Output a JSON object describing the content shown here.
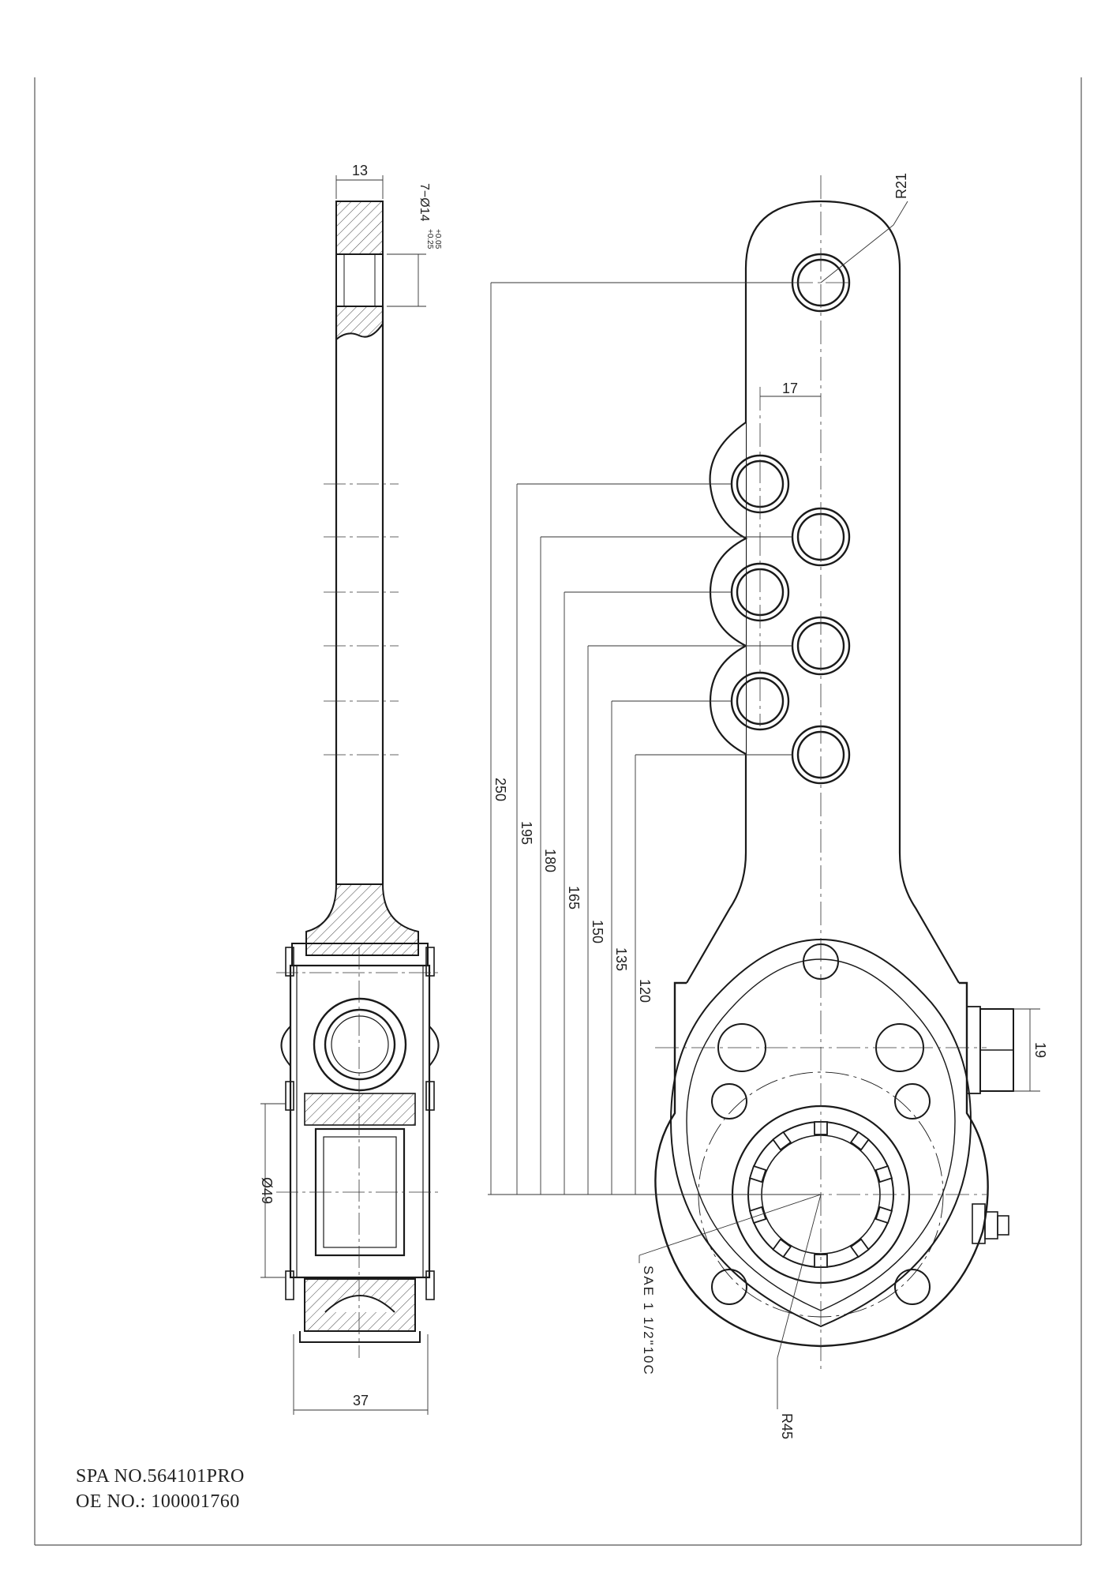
{
  "dimensions": {
    "thickness": "13",
    "hole_spec": "7−Ø14",
    "hole_tol_upper": "+0.25",
    "hole_tol_lower": "+0.05",
    "hole_pitch": "17",
    "radius_top": "R21",
    "radius_body": "R45",
    "bore_dia": "Ø49",
    "width_bottom": "37",
    "nut_size": "19",
    "len_250": "250",
    "len_195": "195",
    "len_180": "180",
    "len_165": "165",
    "len_150": "150",
    "len_135": "135",
    "len_120": "120",
    "spline": "SAE 1 1/2\"10C"
  },
  "title_block": {
    "spa_no": "SPA NO.564101PRO",
    "oe_no": "OE NO.: 100001760"
  },
  "colors": {
    "line": "#1a1a1a",
    "thin": "#333333",
    "border": "#555555"
  }
}
